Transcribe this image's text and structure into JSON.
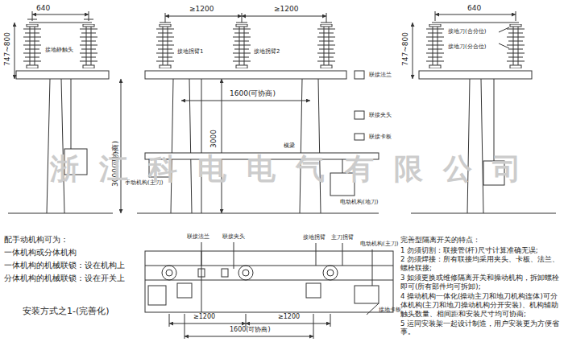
{
  "diagram": {
    "caption": "安装方式之1-(完善化)",
    "labels": [
      "640",
      "747~800",
      "接地静触头",
      "3000(可协商)",
      "≥1200",
      "≥1200",
      "接地拐臂1",
      "接地拐臂2",
      "联接法兰",
      "1600(可协商)",
      "联接夹头",
      "联接卡板",
      "3000",
      "横梁",
      "手动机构(主刀)",
      "电动机构(地刀)",
      "640",
      "747~800",
      "接地刀(合分位)",
      "接地刀(分合位)",
      "浙江科电电气有限公司",
      "配手动机构可为：",
      "一体机构或分体机构",
      "一体机构的机械联锁：设在机构上",
      "分体机构的机械联锁：设在开关上",
      "联接法兰",
      "联接夹头",
      "接地拐臂",
      "主刀拐臂",
      "电动机构(主刀)",
      "≥1200",
      "≥1200",
      "1600(可协商)",
      "接地卡板",
      "完善型隔离开关的特点：",
      "1 勿须切割：联接管(杆)尺寸计算准确无误;",
      "2 勿须焊接：所有联接均采用夹头、卡板、法兰、螺栓联接;",
      "3 如须更换或维修隔离开关和操动机构，拆卸螺栓即可(所有部件均可拆卸);",
      "4 操动机构一体化(操动主刀和地刀机构连体)可分体机构(主刀和地刀操动机构分开安装)、机构辅助触头数量、相间距和安装尺寸均可协商;",
      "5 运同安装架一起设计制造，用户安装更为方便省事。"
    ]
  }
}
